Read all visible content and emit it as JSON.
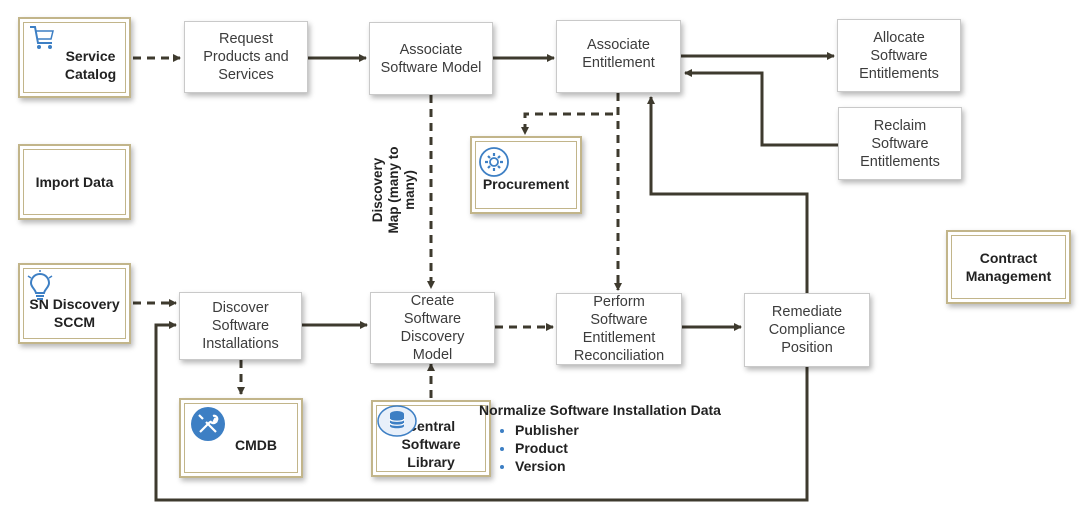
{
  "boxes": {
    "service_catalog": "Service\nCatalog",
    "import_data": "Import Data",
    "sn_discovery": "SN Discovery\nSCCM",
    "request_products": "Request\nProducts and\nServices",
    "associate_model": "Associate\nSoftware Model",
    "associate_entitlement": "Associate\nEntitlement",
    "allocate": "Allocate\nSoftware\nEntitlements",
    "reclaim": "Reclaim\nSoftware\nEntitlements",
    "procurement": "Procurement",
    "contract_management": "Contract\nManagement",
    "discover": "Discover\nSoftware\nInstallations",
    "create_model": "Create\nSoftware\nDiscovery\nModel",
    "perform": "Perform\nSoftware\nEntitlement\nReconciliation",
    "remediate": "Remediate\nCompliance\nPosition",
    "cmdb": "CMDB",
    "central_library": "Central\nSoftware\nLibrary"
  },
  "discovery_map_label": "Discovery\nMap (many to\nmany)",
  "normalize": {
    "title": "Normalize Software Installation Data",
    "items": [
      "Publisher",
      "Product",
      "Version"
    ]
  },
  "icons": {
    "service_catalog": "cart-icon",
    "sn_discovery": "lightbulb-icon",
    "procurement": "gear-icon",
    "cmdb": "tools-icon",
    "central_library": "database-icon"
  },
  "colors": {
    "accent_border": "#c2b58a",
    "line": "#3e3a2e",
    "icon_blue": "#3d7fc4"
  }
}
